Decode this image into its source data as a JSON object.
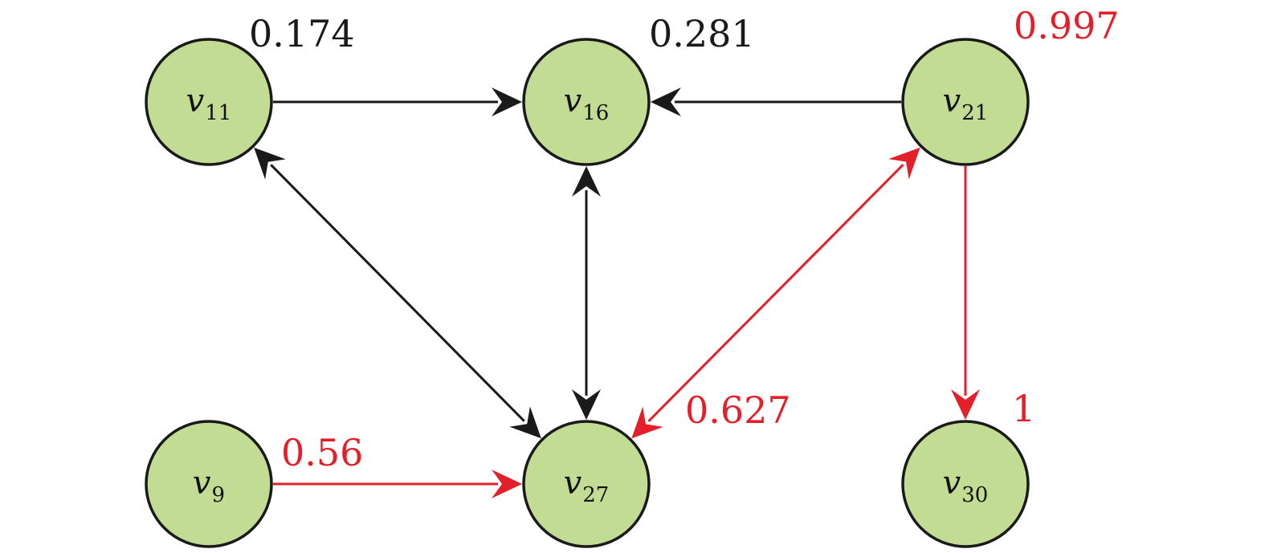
{
  "colors": {
    "node_fill": "#c3dc93",
    "node_stroke": "#1a1a1a",
    "edge_default": "#1a1a1a",
    "highlight": "#e3202a"
  },
  "nodes": [
    {
      "id": "v11",
      "main": "v",
      "sub": "11"
    },
    {
      "id": "v16",
      "main": "v",
      "sub": "16"
    },
    {
      "id": "v21",
      "main": "v",
      "sub": "21"
    },
    {
      "id": "v9",
      "main": "v",
      "sub": "9"
    },
    {
      "id": "v27",
      "main": "v",
      "sub": "27"
    },
    {
      "id": "v30",
      "main": "v",
      "sub": "30"
    }
  ],
  "edges": [
    {
      "from": "v11",
      "to": "v16",
      "direction": "forward",
      "color": "#1a1a1a"
    },
    {
      "from": "v21",
      "to": "v16",
      "direction": "forward",
      "color": "#1a1a1a"
    },
    {
      "from": "v11",
      "to": "v27",
      "direction": "both",
      "color": "#1a1a1a"
    },
    {
      "from": "v16",
      "to": "v27",
      "direction": "both",
      "color": "#1a1a1a"
    },
    {
      "from": "v21",
      "to": "v27",
      "direction": "both",
      "color": "#e3202a"
    },
    {
      "from": "v21",
      "to": "v30",
      "direction": "forward",
      "color": "#e3202a"
    },
    {
      "from": "v9",
      "to": "v27",
      "direction": "forward",
      "color": "#e3202a"
    }
  ],
  "labels": [
    {
      "id": "label-v11",
      "text": "0.174",
      "color": "#1a1a1a"
    },
    {
      "id": "label-v16",
      "text": "0.281",
      "color": "#1a1a1a"
    },
    {
      "id": "label-v21",
      "text": "0.997",
      "color": "#e3202a"
    },
    {
      "id": "label-v9",
      "text": "0.56",
      "color": "#e3202a"
    },
    {
      "id": "label-v27",
      "text": "0.627",
      "color": "#e3202a"
    },
    {
      "id": "label-v30",
      "text": "1",
      "color": "#e3202a"
    }
  ]
}
